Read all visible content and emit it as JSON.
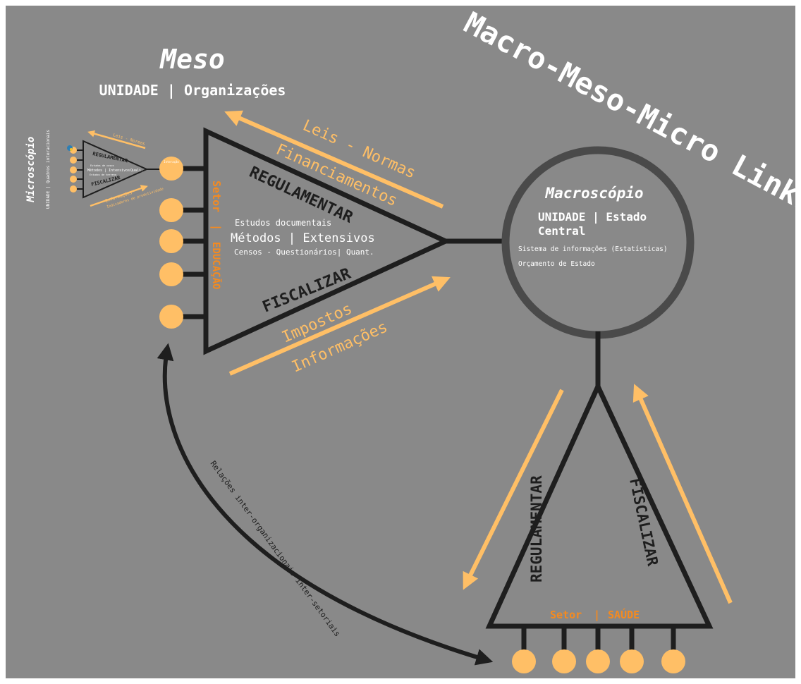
{
  "colors": {
    "background": "#898989",
    "frame": "#ffffff",
    "ink": "#1e1e1e",
    "orange": "#ffbf66",
    "orange_text": "#f58a1f",
    "white": "#ffffff"
  },
  "title": "Macro-Meso-Micro Links",
  "meso": {
    "heading": "Meso",
    "unit": "UNIDADE | Organizações",
    "arrow_top_1": "Leis - Normas",
    "arrow_top_2": "Financiamentos",
    "arrow_bottom_1": "Impostos",
    "arrow_bottom_2": "Informações",
    "regulamentar": "REGULAMENTAR",
    "fiscalizar": "FISCALIZAR",
    "estudos": "Estudos documentais",
    "metodos": "Métodos | Extensivos",
    "censos": "Censos - Questionários| Quant.",
    "setor_label": "Setor",
    "setor_sep": "|",
    "setor_name": "EDUCAÇÃO"
  },
  "micro": {
    "heading": "Microscópio",
    "unit": "UNIDADE | Quadros interacionais",
    "arrow_top": "Leis - Normas",
    "arrow_bottom_1": "Informações",
    "arrow_bottom_2": "Indicadores de produtividade",
    "regulamentar": "REGULAMENTAR",
    "fiscalizar": "FISCALIZAR",
    "line_1": "Estudos de casos",
    "line_2": "Métodos | Intensivos",
    "line_3": "Quali.",
    "line_4": "Estudos de terreno",
    "node_text": "Interação"
  },
  "macro": {
    "heading": "Macroscópio",
    "unit_1": "UNIDADE | Estado",
    "unit_2": "Central",
    "info_1": "Sistema de informações (Estatísticas)",
    "info_2": "Orçamento de Estado"
  },
  "saude": {
    "regulamentar": "REGULAMENTAR",
    "fiscalizar": "FISCALIZAR",
    "setor_label": "Setor",
    "setor_sep": "|",
    "setor_name": "SAÚDE"
  },
  "relations": "Relações inter-organizacionais inter-setoriais"
}
